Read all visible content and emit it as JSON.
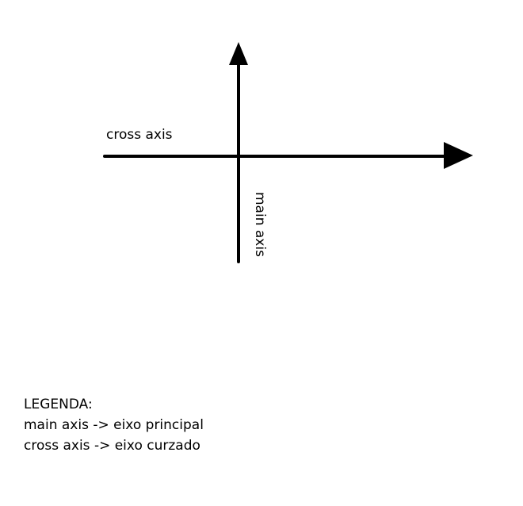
{
  "labels": {
    "cross_axis": "cross axis",
    "main_axis": "main axis"
  },
  "legend": {
    "title": "LEGENDA:",
    "items": [
      "main axis -> eixo principal",
      "cross axis -> eixo curzado"
    ]
  },
  "colors": {
    "stroke": "#000000",
    "background": "#ffffff"
  }
}
